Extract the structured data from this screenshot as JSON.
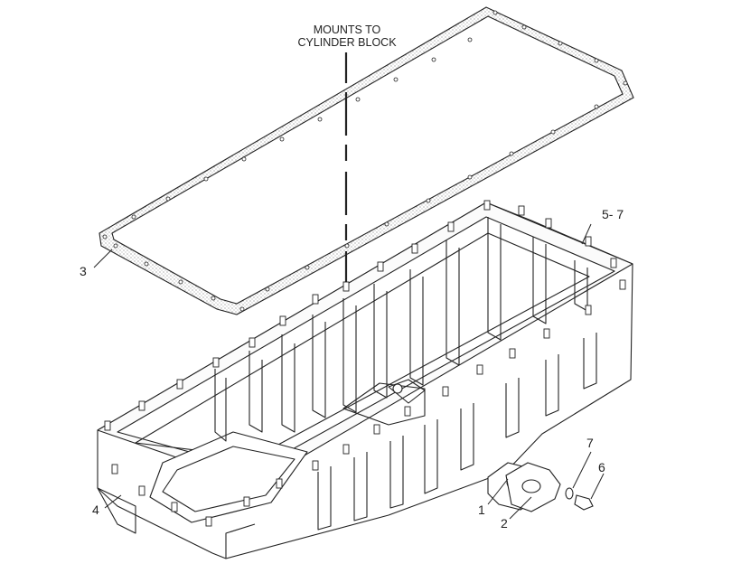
{
  "note": {
    "line1": "MOUNTS TO",
    "line2": "CYLINDER BLOCK"
  },
  "callouts": {
    "c1": "1",
    "c2": "2",
    "c3": "3",
    "c4": "4",
    "c5_7": "5- 7",
    "c6": "6",
    "c7": "7"
  },
  "colors": {
    "line": "#222222",
    "paper": "#ffffff",
    "gasket_fill": "#f2f2f2"
  }
}
